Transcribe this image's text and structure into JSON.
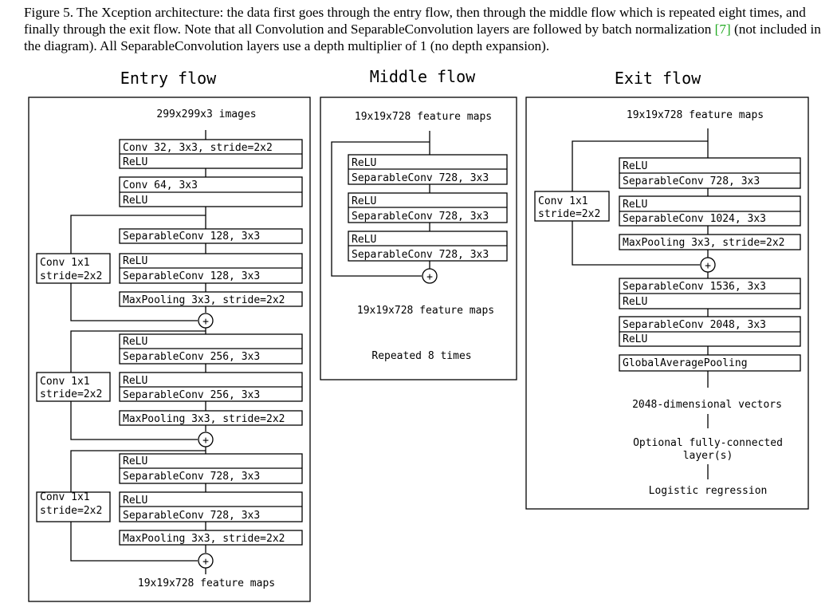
{
  "caption": {
    "part1": "Figure 5. The Xception architecture: the data first goes through the entry flow, then through the middle flow which is repeated eight times, and finally through the exit flow. Note that all Convolution and SeparableConvolution layers are followed by batch normalization ",
    "ref": "[7]",
    "part2": " (not included in the diagram). All SeparableConvolution layers use a depth multiplier of 1 (no depth expansion)."
  },
  "titles": {
    "entry": "Entry flow",
    "middle": "Middle flow",
    "exit": "Exit flow"
  },
  "entry": {
    "input": "299x299x3 images",
    "b1": [
      "Conv 32, 3x3, stride=2x2",
      "ReLU"
    ],
    "b2": [
      "Conv 64, 3x3",
      "ReLU"
    ],
    "b3": [
      "SeparableConv 128, 3x3"
    ],
    "b4": [
      "ReLU",
      "SeparableConv 128, 3x3"
    ],
    "b5": [
      "MaxPooling 3x3, stride=2x2"
    ],
    "b6": [
      "ReLU",
      "SeparableConv 256, 3x3"
    ],
    "b7": [
      "ReLU",
      "SeparableConv 256, 3x3"
    ],
    "b8": [
      "MaxPooling 3x3, stride=2x2"
    ],
    "b9": [
      "ReLU",
      "SeparableConv 728, 3x3"
    ],
    "b10": [
      "ReLU",
      "SeparableConv 728, 3x3"
    ],
    "b11": [
      "MaxPooling 3x3, stride=2x2"
    ],
    "skip": [
      "Conv 1x1",
      "stride=2x2"
    ],
    "output": "19x19x728 feature maps"
  },
  "middle": {
    "input": "19x19x728 feature maps",
    "b1": [
      "ReLU",
      "SeparableConv 728, 3x3"
    ],
    "b2": [
      "ReLU",
      "SeparableConv 728, 3x3"
    ],
    "b3": [
      "ReLU",
      "SeparableConv 728, 3x3"
    ],
    "output": "19x19x728 feature maps",
    "repeat": "Repeated 8 times"
  },
  "exit": {
    "input": "19x19x728 feature maps",
    "b1": [
      "ReLU",
      "SeparableConv 728, 3x3"
    ],
    "b2": [
      "ReLU",
      "SeparableConv 1024, 3x3"
    ],
    "b3": [
      "MaxPooling 3x3, stride=2x2"
    ],
    "skip": [
      "Conv 1x1",
      "stride=2x2"
    ],
    "b4": [
      "SeparableConv 1536, 3x3",
      "ReLU"
    ],
    "b5": [
      "SeparableConv 2048, 3x3",
      "ReLU"
    ],
    "b6": [
      "GlobalAveragePooling"
    ],
    "vectors": "2048-dimensional vectors",
    "fc": [
      "Optional fully-connected",
      "layer(s)"
    ],
    "logistic": "Logistic regression"
  },
  "plus": "+"
}
